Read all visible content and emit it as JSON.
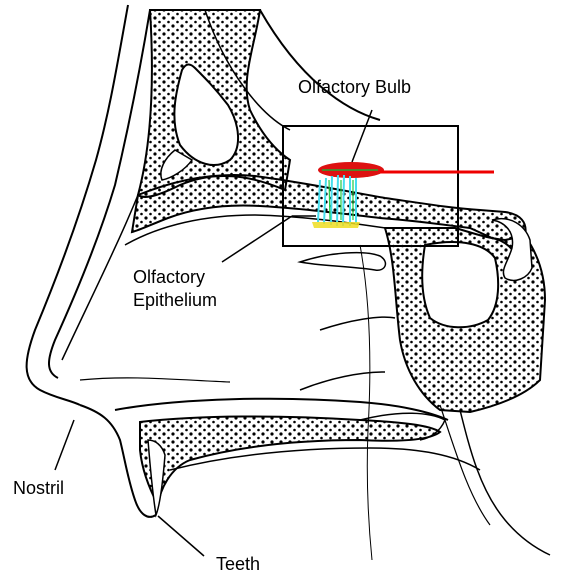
{
  "labels": {
    "olfactory_bulb": "Olfactory Bulb",
    "olfactory_epithelium_line1": "Olfactory",
    "olfactory_epithelium_line2": "Epithelium",
    "nostril": "Nostril",
    "teeth": "Teeth"
  },
  "colors": {
    "line": "#000000",
    "bone_dots": "#000000",
    "bulb_fill": "#dd1111",
    "nerve_line": "#ee0000",
    "receptor_cyan": "#44ddee",
    "receptor_green": "#22cc44",
    "receptor_yellow": "#eedd22"
  }
}
